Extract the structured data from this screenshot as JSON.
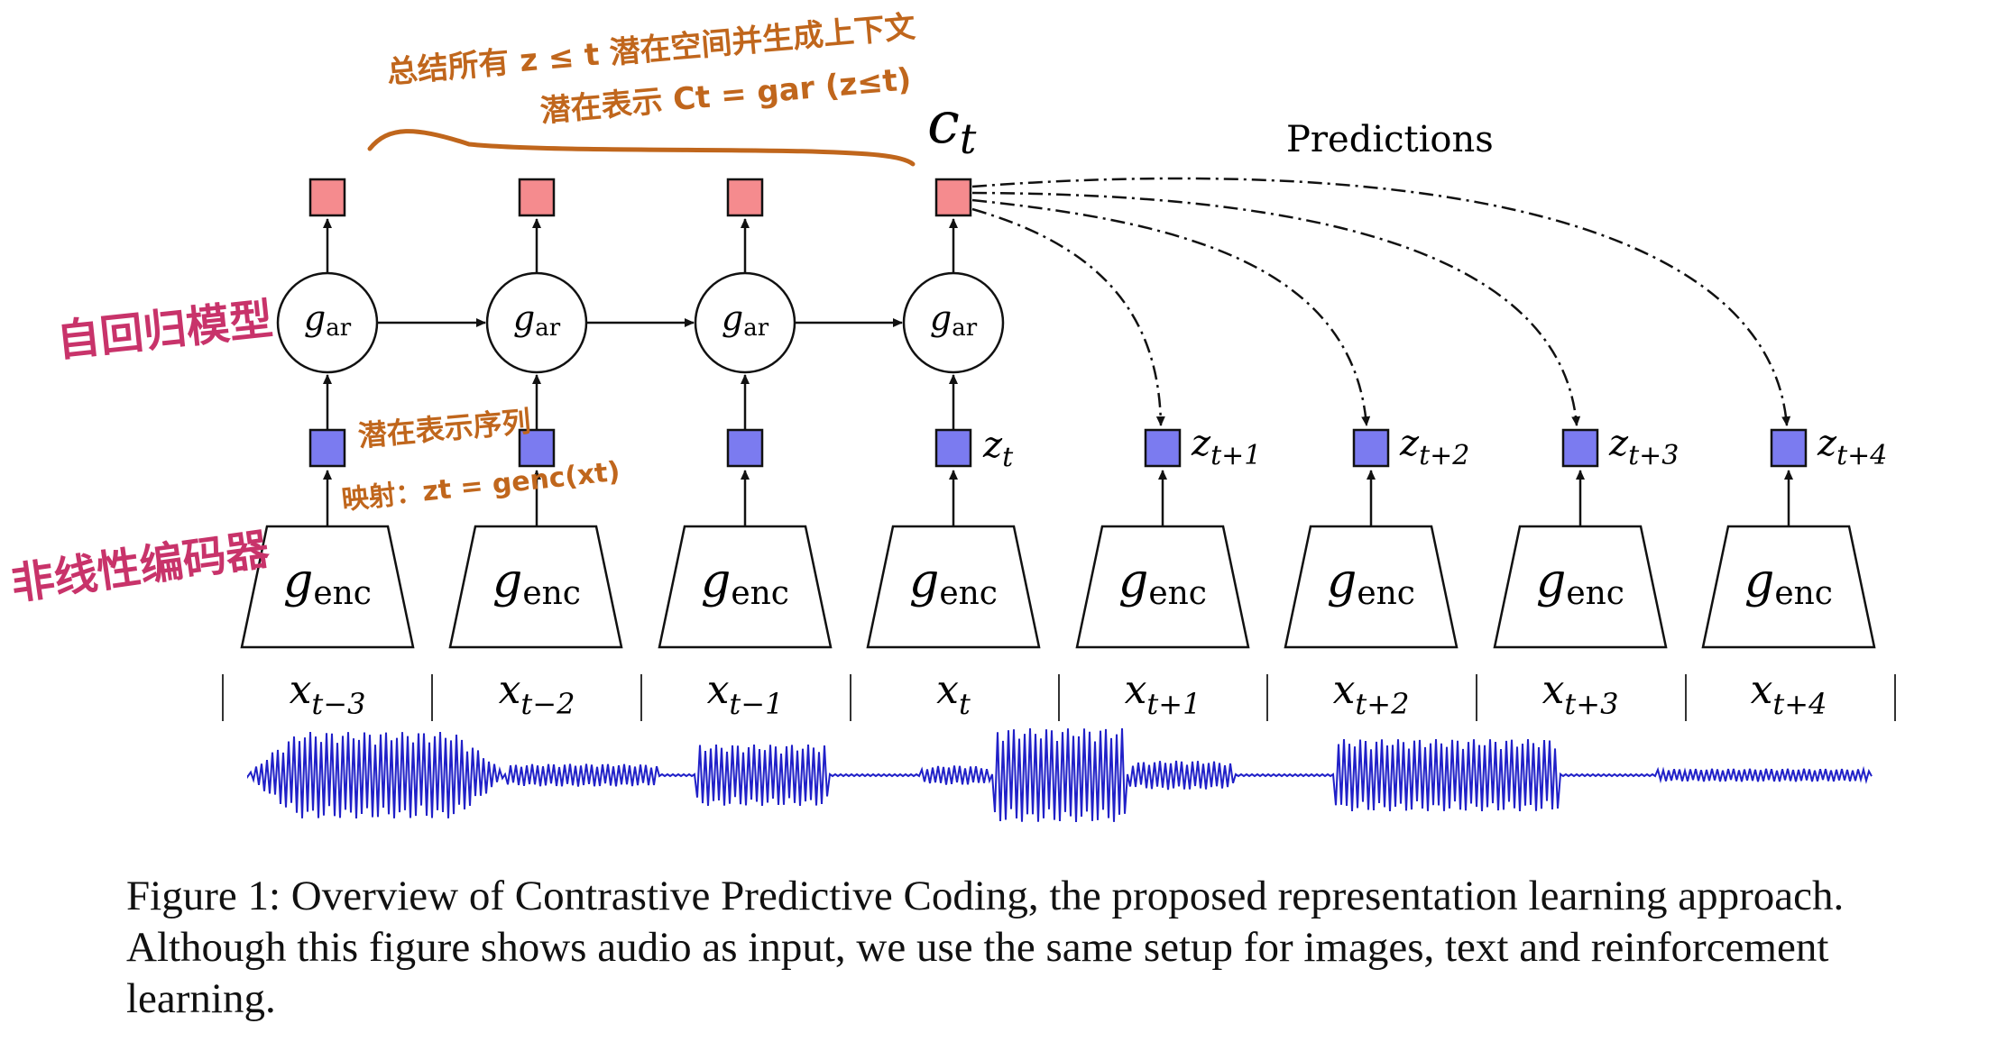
{
  "labels": {
    "context": "c",
    "context_sub": "t",
    "predictions": "Predictions",
    "g_ar": "g",
    "g_ar_sub": "ar",
    "g_enc": "g",
    "g_enc_sub": "enc",
    "z_t": "z",
    "z_t_sub": "t"
  },
  "z_labels": [
    {
      "main": "z",
      "sub": "t+1"
    },
    {
      "main": "z",
      "sub": "t+2"
    },
    {
      "main": "z",
      "sub": "t+3"
    },
    {
      "main": "z",
      "sub": "t+4"
    }
  ],
  "x_labels": [
    {
      "main": "x",
      "sub": "t−3"
    },
    {
      "main": "x",
      "sub": "t−2"
    },
    {
      "main": "x",
      "sub": "t−1"
    },
    {
      "main": "x",
      "sub": "t"
    },
    {
      "main": "x",
      "sub": "t+1"
    },
    {
      "main": "x",
      "sub": "t+2"
    },
    {
      "main": "x",
      "sub": "t+3"
    },
    {
      "main": "x",
      "sub": "t+4"
    }
  ],
  "annotations": {
    "top_line1": "总结所有 z ≤ t 潜在空间并生成上下文",
    "top_line2": "潜在表示 Ct = gar (z≤t)",
    "left_ar": "自回归模型",
    "left_enc": "非线性编码器",
    "latent_seq": "潜在表示序列",
    "mapping": "映射：zt = genc(xt)"
  },
  "caption": {
    "line1": "Figure 1: Overview of Contrastive Predictive Coding, the proposed representation learning approach.",
    "line2": "Although this figure shows audio as input, we use the same setup for images, text and reinforcement",
    "line3": "learning."
  },
  "colors": {
    "context_box": "#f58b8e",
    "latent_box": "#7b7bf0",
    "waveform": "#2020c8",
    "annotation_orange": "#c0661c",
    "annotation_pink": "#c8336a",
    "stroke": "#111111"
  }
}
